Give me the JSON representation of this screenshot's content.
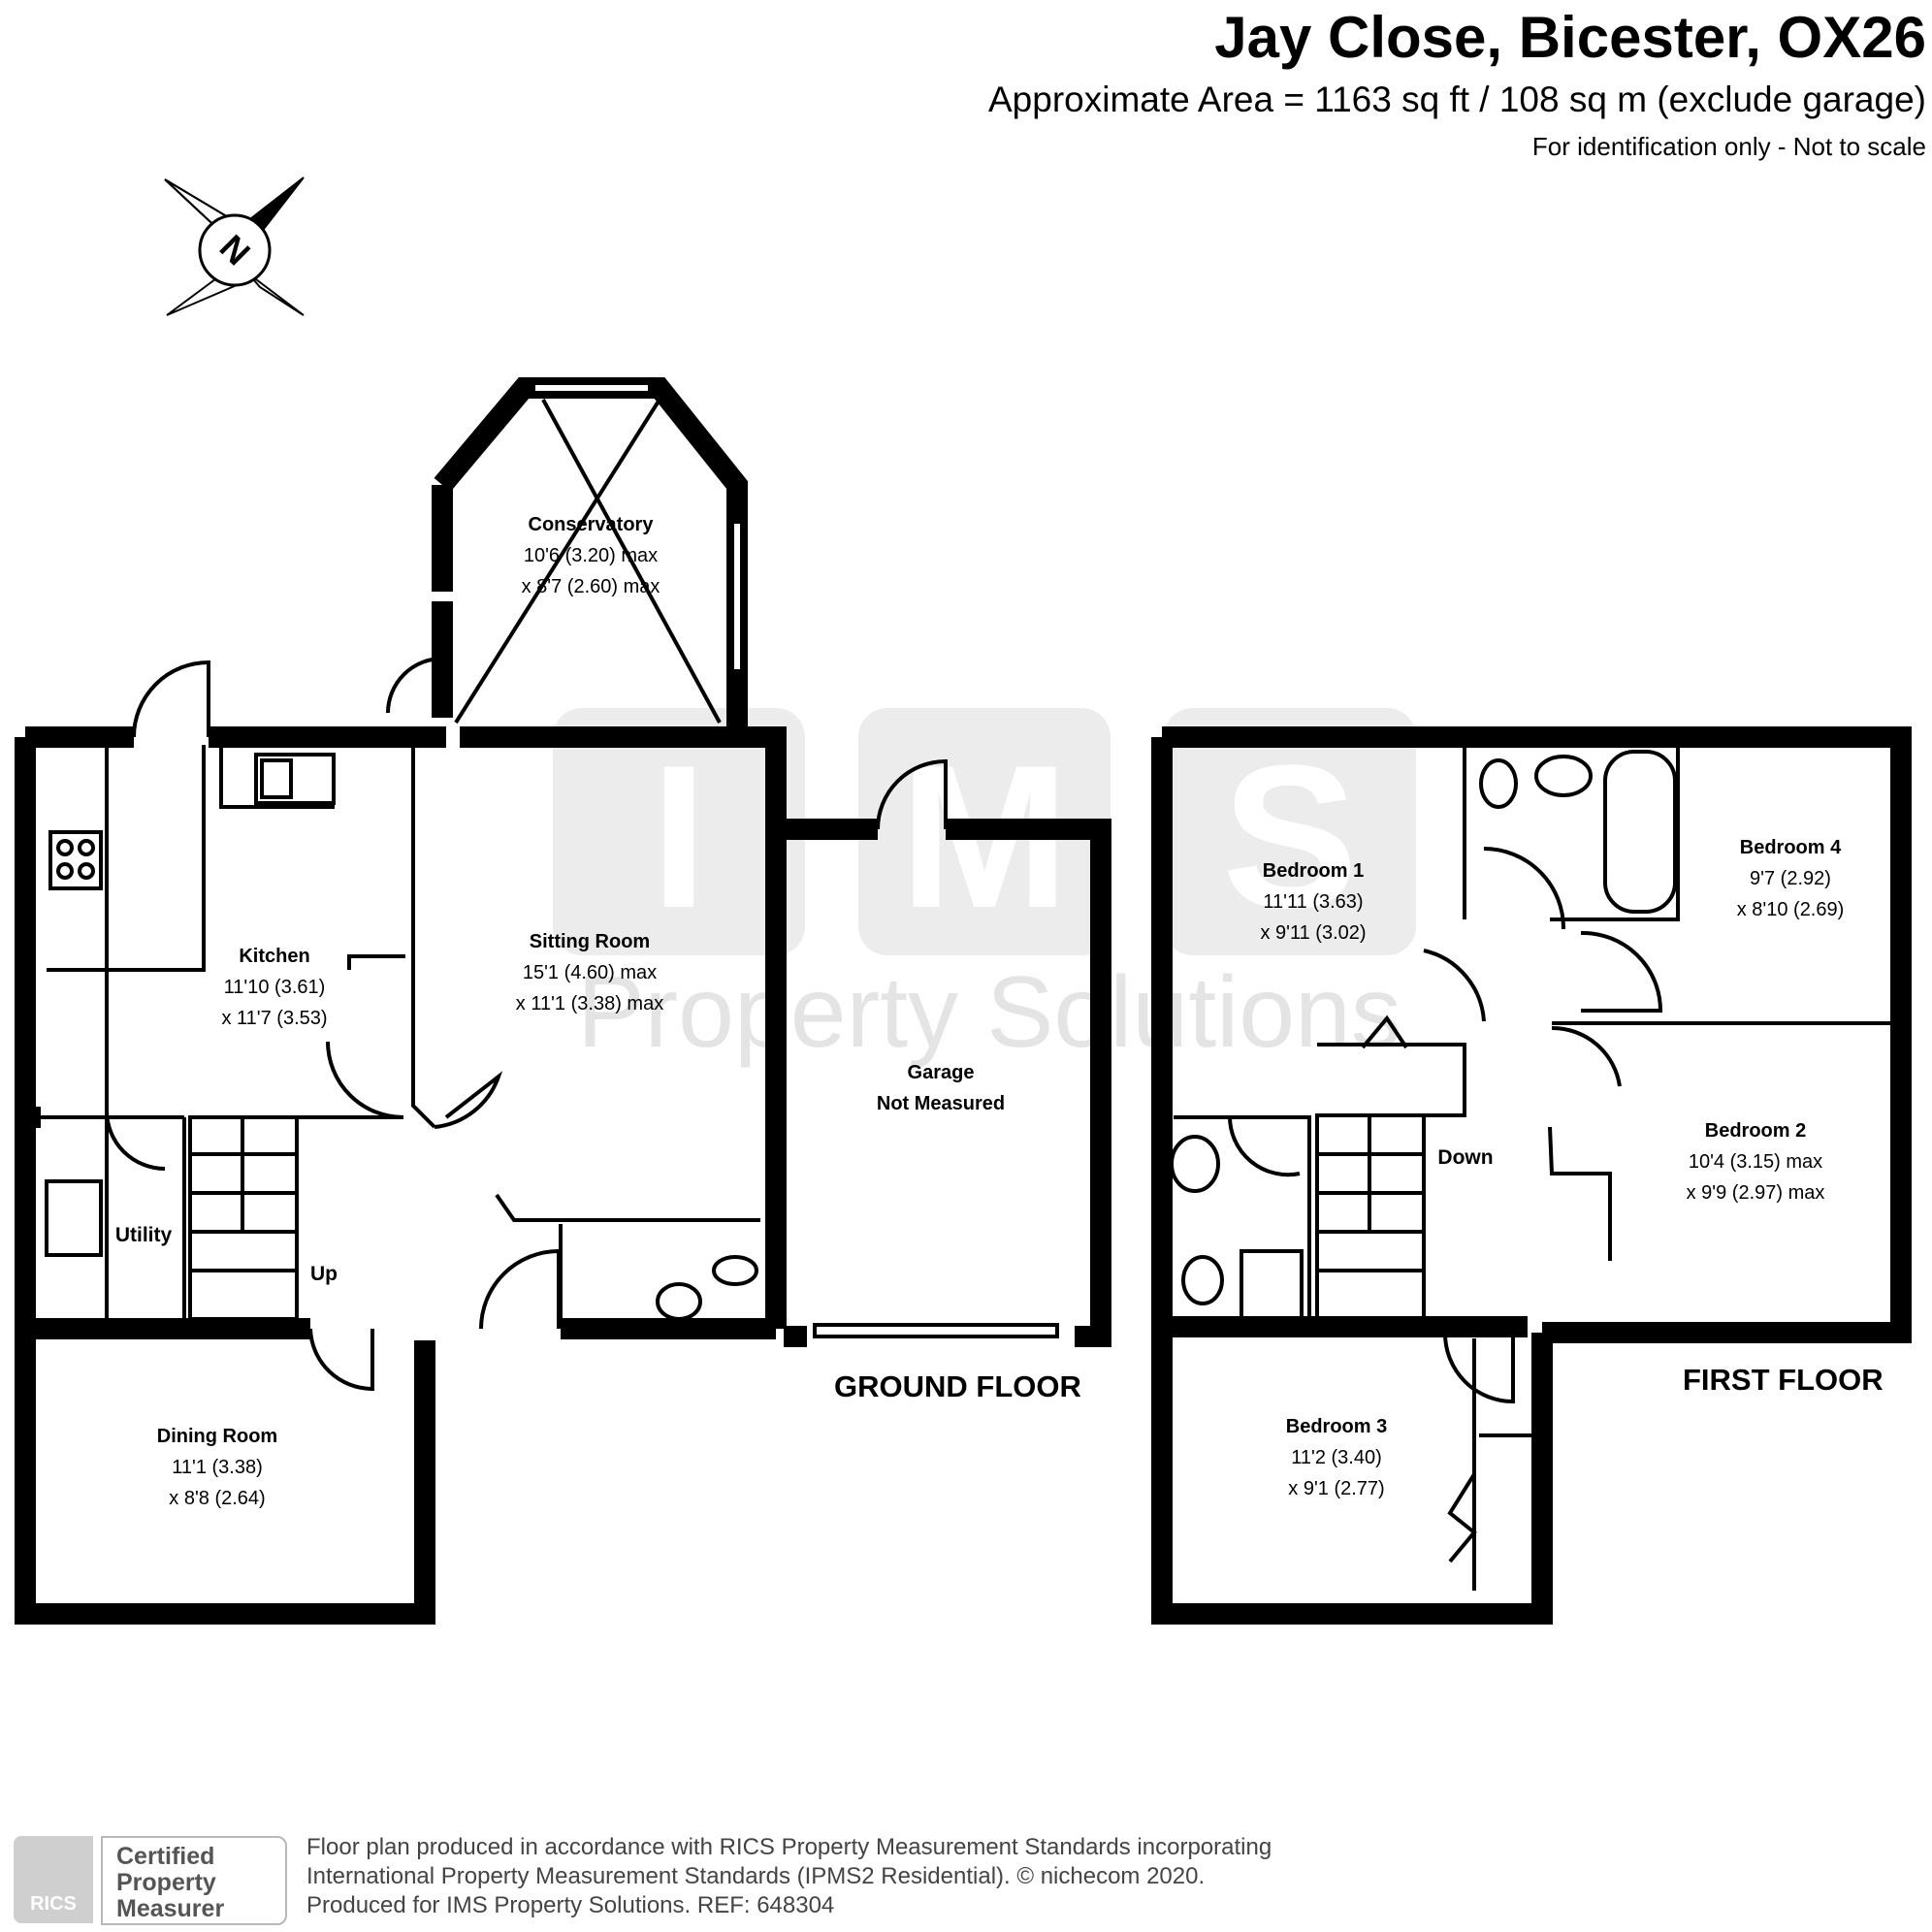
{
  "header": {
    "title": "Jay Close, Bicester, OX26",
    "area": "Approximate Area = 1163 sq ft / 108 sq m (exclude garage)",
    "note": "For identification only - Not to scale"
  },
  "compass": {
    "letter": "N"
  },
  "watermark": {
    "letters": [
      "I",
      "M",
      "S"
    ],
    "text": "Property Solutions"
  },
  "floors": {
    "ground": "GROUND FLOOR",
    "first": "FIRST FLOOR"
  },
  "rooms": {
    "conservatory": {
      "name": "Conservatory",
      "dim1": "10'6 (3.20) max",
      "dim2": "x 8'7 (2.60) max"
    },
    "kitchen": {
      "name": "Kitchen",
      "dim1": "11'10 (3.61)",
      "dim2": "x 11'7 (3.53)"
    },
    "sitting": {
      "name": "Sitting Room",
      "dim1": "15'1 (4.60) max",
      "dim2": "x 11'1 (3.38) max"
    },
    "garage": {
      "name": "Garage",
      "dim1": "Not Measured"
    },
    "utility": {
      "name": "Utility"
    },
    "dining": {
      "name": "Dining Room",
      "dim1": "11'1 (3.38)",
      "dim2": "x 8'8 (2.64)"
    },
    "bed1": {
      "name": "Bedroom 1",
      "dim1": "11'11 (3.63)",
      "dim2": "x 9'11 (3.02)"
    },
    "bed4": {
      "name": "Bedroom 4",
      "dim1": "9'7 (2.92)",
      "dim2": "x 8'10 (2.69)"
    },
    "bed2": {
      "name": "Bedroom 2",
      "dim1": "10'4 (3.15) max",
      "dim2": "x 9'9 (2.97) max"
    },
    "bed3": {
      "name": "Bedroom 3",
      "dim1": "11'2 (3.40)",
      "dim2": "x 9'1 (2.77)"
    }
  },
  "stairs": {
    "up": "Up",
    "down": "Down"
  },
  "footer": {
    "line1": "Floor plan produced in accordance with RICS Property Measurement Standards incorporating",
    "line2": "International Property Measurement Standards (IPMS2 Residential).    © nichecom 2020.",
    "line3": "Produced for IMS Property Solutions.   REF:  648304",
    "badge": "RICS",
    "cert_line1": "Certified",
    "cert_line2": "Property",
    "cert_line3": "Measurer"
  }
}
